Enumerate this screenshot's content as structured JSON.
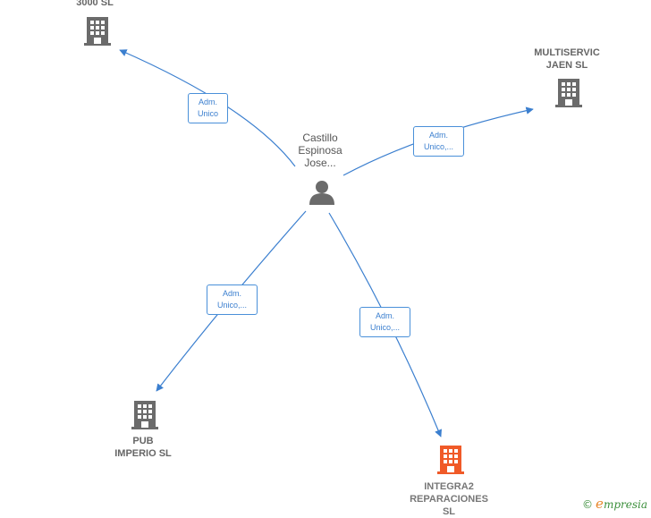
{
  "nodes": {
    "center": {
      "lines": [
        "Castillo",
        "Espinosa",
        "Jose..."
      ],
      "type": "person"
    },
    "top_left": {
      "lines": [
        "3000 SL"
      ],
      "type": "company"
    },
    "top_right": {
      "lines": [
        "MULTISERVIC",
        "JAEN  SL"
      ],
      "type": "company"
    },
    "bottom_left": {
      "lines": [
        "PUB",
        "IMPERIO SL"
      ],
      "type": "company"
    },
    "bottom_right": {
      "lines": [
        "INTEGRA2",
        "REPARACIONES",
        "SL"
      ],
      "type": "company",
      "highlighted": true
    }
  },
  "edges": {
    "top_left": {
      "lines": [
        "Adm.",
        "Unico"
      ]
    },
    "top_right": {
      "lines": [
        "Adm.",
        "Unico,..."
      ]
    },
    "bottom_left": {
      "lines": [
        "Adm.",
        "Unico,..."
      ]
    },
    "bottom_right": {
      "lines": [
        "Adm.",
        "Unico,..."
      ]
    }
  },
  "colors": {
    "edge": "#3b7fcf",
    "company_icon": "#6b6b6b",
    "highlight_icon": "#f05a28",
    "person_icon": "#6b6b6b"
  },
  "brand": {
    "symbol": "©",
    "first": "e",
    "rest": "mpresia"
  }
}
